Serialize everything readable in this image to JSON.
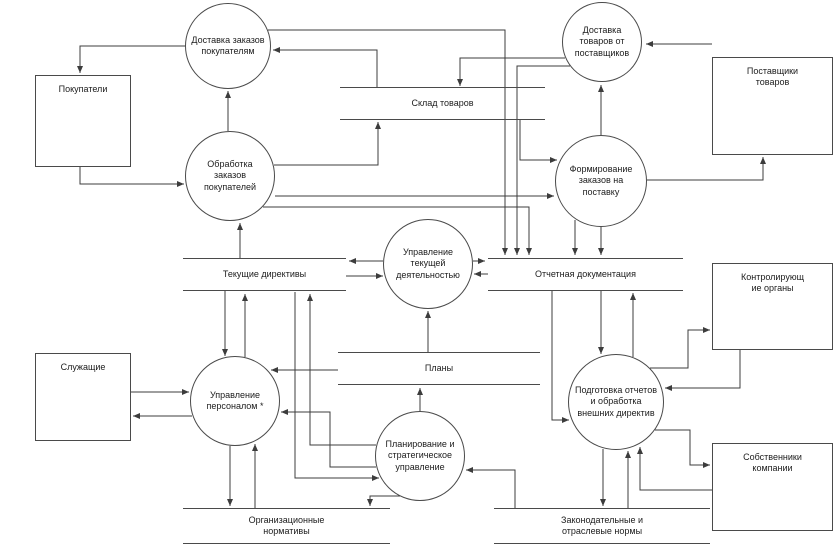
{
  "diagram": {
    "type": "data-flow-diagram",
    "processes": [
      {
        "id": "delivery-to-customers",
        "label": "Доставка заказов покупателям"
      },
      {
        "id": "delivery-from-suppliers",
        "label": "Доставка товаров от поставщиков"
      },
      {
        "id": "order-processing",
        "label": "Обработка заказов покупателей"
      },
      {
        "id": "supply-order-formation",
        "label": "Формирование заказов на поставку"
      },
      {
        "id": "current-activity-management",
        "label": "Управление текущей деятельностью"
      },
      {
        "id": "personnel-management",
        "label": "Управление персоналом *"
      },
      {
        "id": "reports-preparation",
        "label": "Подготовка отчетов и обработка внешних директив"
      },
      {
        "id": "strategic-planning",
        "label": "Планирование и стратегическое управление"
      }
    ],
    "external_entities": [
      {
        "id": "customers",
        "label": "Покупатели"
      },
      {
        "id": "suppliers",
        "label": "Поставщики товаров"
      },
      {
        "id": "regulators",
        "label": "Контролирующие органы"
      },
      {
        "id": "employees",
        "label": "Служащие"
      },
      {
        "id": "owners",
        "label": "Собственники компании"
      }
    ],
    "data_stores": [
      {
        "id": "warehouse",
        "label": "Склад товаров"
      },
      {
        "id": "current-directives",
        "label": "Текущие директивы"
      },
      {
        "id": "reporting-documentation",
        "label": "Отчетная документация"
      },
      {
        "id": "plans",
        "label": "Планы"
      },
      {
        "id": "organizational-norms",
        "label": "Организационные нормативы"
      },
      {
        "id": "legal-norms",
        "label": "Законодательные и отраслевые нормы"
      }
    ],
    "colors": {
      "line": "#3c3c3c",
      "border": "#4a4a4a",
      "background": "#ffffff",
      "text": "#1c1c1c"
    }
  }
}
